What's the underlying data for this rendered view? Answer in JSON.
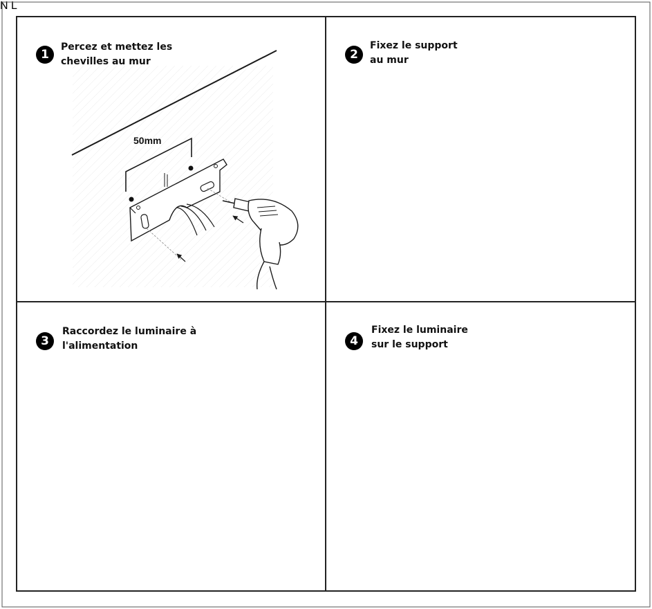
{
  "panels": [
    {
      "number": "1",
      "title_line1": "Percez et mettez les",
      "title_line2": "chevilles au mur",
      "dimension_label": "50mm"
    },
    {
      "number": "2",
      "title_line1": "Fixez le support",
      "title_line2": "au mur"
    },
    {
      "number": "3",
      "title_line1": "Raccordez le luminaire à",
      "title_line2": "l'alimentation",
      "wire_n_label": "N",
      "wire_l_label": "L"
    },
    {
      "number": "4",
      "title_line1": "Fixez le luminaire",
      "title_line2": "sur le support"
    }
  ],
  "colors": {
    "line": "#1a1a1a",
    "frame": "#333333",
    "grid": "#e6e6e6"
  }
}
